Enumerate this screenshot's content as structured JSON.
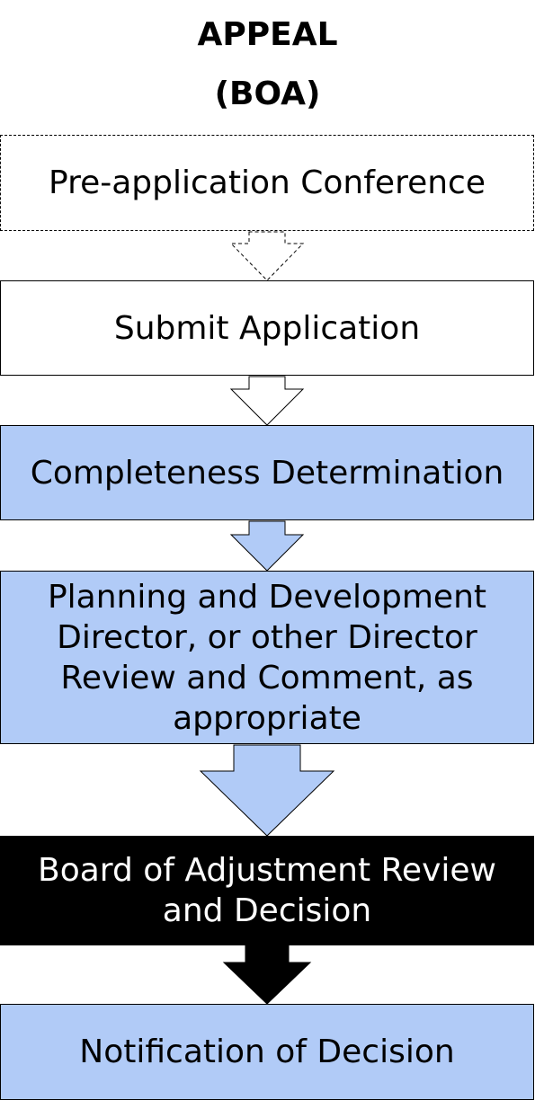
{
  "title": {
    "line1": "APPEAL",
    "line2": "(BOA)"
  },
  "steps": [
    {
      "label": "Pre-application Conference",
      "style": "dashed-white"
    },
    {
      "label": "Submit Application",
      "style": "white"
    },
    {
      "label": "Completeness Determination",
      "style": "light-blue"
    },
    {
      "label": "Planning and Development Director, or other Director Review and Comment, as appropriate",
      "style": "light-blue"
    },
    {
      "label": "Board of Adjustment Review and Decision",
      "style": "black"
    },
    {
      "label": "Notification of Decision",
      "style": "light-blue"
    }
  ],
  "colors": {
    "light_blue": "#b1cbf7",
    "black": "#000000",
    "white": "#ffffff"
  }
}
